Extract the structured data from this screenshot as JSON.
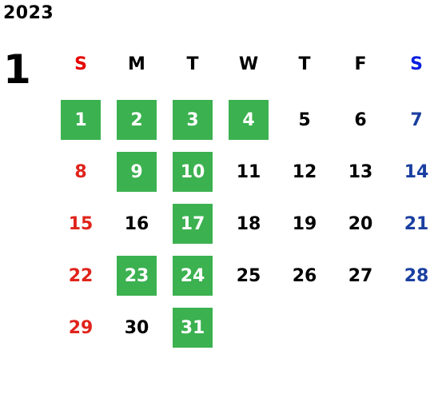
{
  "header": {
    "year": "2023",
    "month": "1"
  },
  "colors": {
    "highlight_bg": "#3bb150",
    "highlight_text": "#ffffff",
    "sunday": "#e0241b",
    "saturday": "#1a3fa0",
    "sunday_header": "#e60000",
    "saturday_header": "#0a1ee0",
    "weekday": "#000000"
  },
  "weekday_labels": [
    "S",
    "M",
    "T",
    "W",
    "T",
    "F",
    "S"
  ],
  "start_offset": 0,
  "days": [
    {
      "label": "1",
      "highlight": true
    },
    {
      "label": "2",
      "highlight": true
    },
    {
      "label": "3",
      "highlight": true
    },
    {
      "label": "4",
      "highlight": true
    },
    {
      "label": "5",
      "highlight": false
    },
    {
      "label": "6",
      "highlight": false
    },
    {
      "label": "7",
      "highlight": false
    },
    {
      "label": "8",
      "highlight": false
    },
    {
      "label": "9",
      "highlight": true
    },
    {
      "label": "10",
      "highlight": true
    },
    {
      "label": "11",
      "highlight": false
    },
    {
      "label": "12",
      "highlight": false
    },
    {
      "label": "13",
      "highlight": false
    },
    {
      "label": "14",
      "highlight": false
    },
    {
      "label": "15",
      "highlight": false
    },
    {
      "label": "16",
      "highlight": false
    },
    {
      "label": "17",
      "highlight": true
    },
    {
      "label": "18",
      "highlight": false
    },
    {
      "label": "19",
      "highlight": false
    },
    {
      "label": "20",
      "highlight": false
    },
    {
      "label": "21",
      "highlight": false
    },
    {
      "label": "22",
      "highlight": false
    },
    {
      "label": "23",
      "highlight": true
    },
    {
      "label": "24",
      "highlight": true
    },
    {
      "label": "25",
      "highlight": false
    },
    {
      "label": "26",
      "highlight": false
    },
    {
      "label": "27",
      "highlight": false
    },
    {
      "label": "28",
      "highlight": false
    },
    {
      "label": "29",
      "highlight": false
    },
    {
      "label": "30",
      "highlight": false
    },
    {
      "label": "31",
      "highlight": true
    }
  ]
}
